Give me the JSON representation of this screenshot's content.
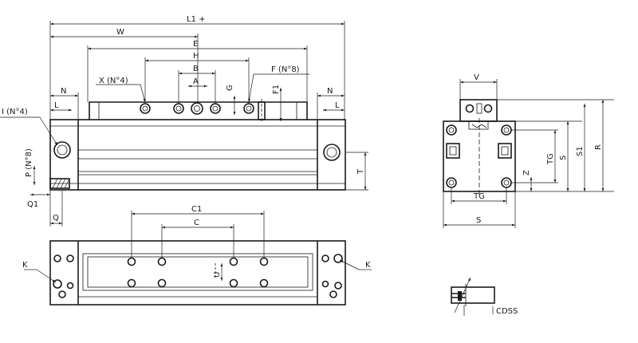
{
  "labels": {
    "l1": "L1 +",
    "w": "W",
    "e": "E",
    "h": "H",
    "b": "B",
    "a": "A",
    "x": "X (N°4)",
    "f": "F (N°8)",
    "g": "G",
    "f1": "F1",
    "n": "N",
    "l": "L",
    "i": "I (N°4)",
    "p": "P (N°8)",
    "t": "T",
    "q1": "Q1",
    "q": "Q",
    "c1": "C1",
    "c": "C",
    "u": "U",
    "k": "K",
    "v": "V",
    "tg": "TG",
    "s": "S",
    "s1": "S1",
    "r": "R",
    "z": "Z",
    "cdss": "CDSS"
  }
}
